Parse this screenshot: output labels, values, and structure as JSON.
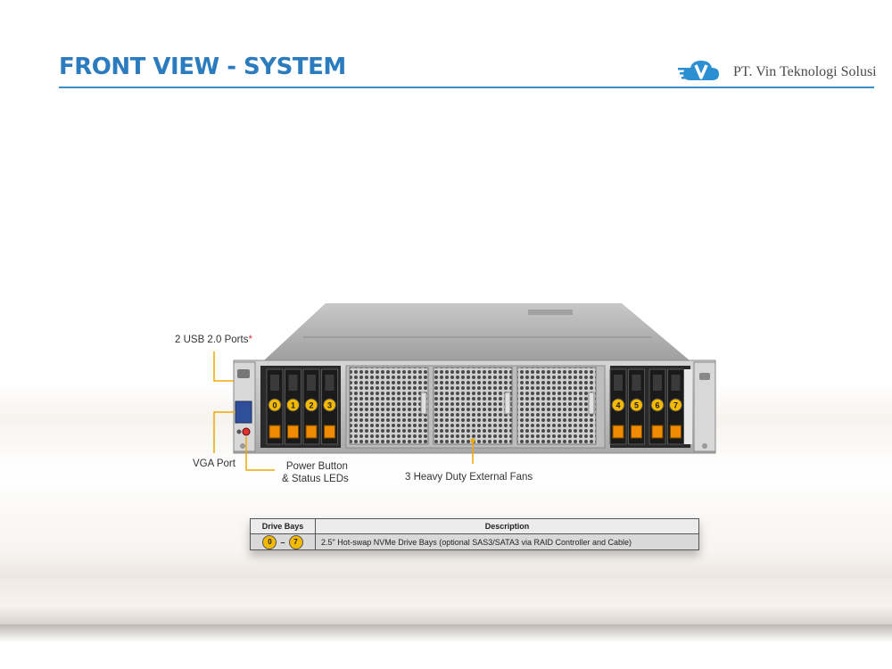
{
  "header": {
    "title": "FRONT VIEW - SYSTEM",
    "logo_text": "PT. Vin Teknologi Solusi"
  },
  "labels": {
    "usb": "2 USB 2.0 Ports",
    "usb_mark": "*",
    "vga": "VGA Port",
    "power_line1": "Power Button",
    "power_line2": "& Status LEDs",
    "fans": "3 Heavy Duty External Fans"
  },
  "drive_numbers": {
    "left": [
      "0",
      "1",
      "2",
      "3"
    ],
    "right": [
      "4",
      "5",
      "6",
      "7"
    ]
  },
  "table": {
    "headers": [
      "Drive Bays",
      "Description"
    ],
    "row": {
      "from": "0",
      "separator": "–",
      "to": "7",
      "description": "2.5\" Hot-swap NVMe Drive  Bays (optional  SAS3/SATA3 via RAID  Controller  and Cable)"
    }
  },
  "colors": {
    "title": "#2b7bbf",
    "callout_line": "#f0a800",
    "drive_badge": "#f3b800",
    "drive_latch": "#f08a00"
  }
}
